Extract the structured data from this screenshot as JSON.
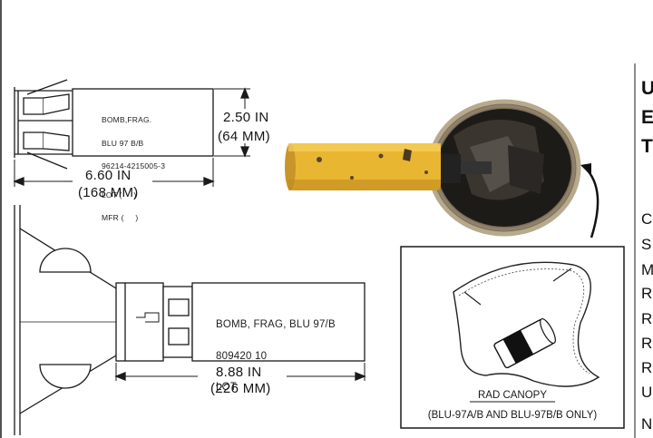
{
  "top_bomblet": {
    "stencil": [
      "BOMB,FRAG.",
      "BLU 97 B/B",
      "96214-4215005-3",
      "LOT (     )",
      "MFR (     )"
    ],
    "height_label": "2.50 IN",
    "height_metric": "(64 MM)",
    "length_label": "6.60 IN",
    "length_metric": "(168 MM)"
  },
  "bottom_bomblet": {
    "stencil": [
      "BOMB, FRAG, BLU 97/B",
      "809420 10",
      "LOT"
    ],
    "length_label": "8.88 IN",
    "length_metric": "(226 MM)"
  },
  "inset": {
    "title": "RAD CANOPY",
    "subtitle": "(BLU-97A/B AND BLU-97B/B ONLY)"
  },
  "right_column": {
    "headings": [
      "U",
      "E",
      "T"
    ],
    "letters": [
      "C",
      "S",
      "M",
      "R",
      "R",
      "R",
      "R",
      "U",
      "N"
    ]
  },
  "colors": {
    "line": "#1a1a1a",
    "bomb_yellow": "#e9b632",
    "canopy": "#8f826d"
  }
}
